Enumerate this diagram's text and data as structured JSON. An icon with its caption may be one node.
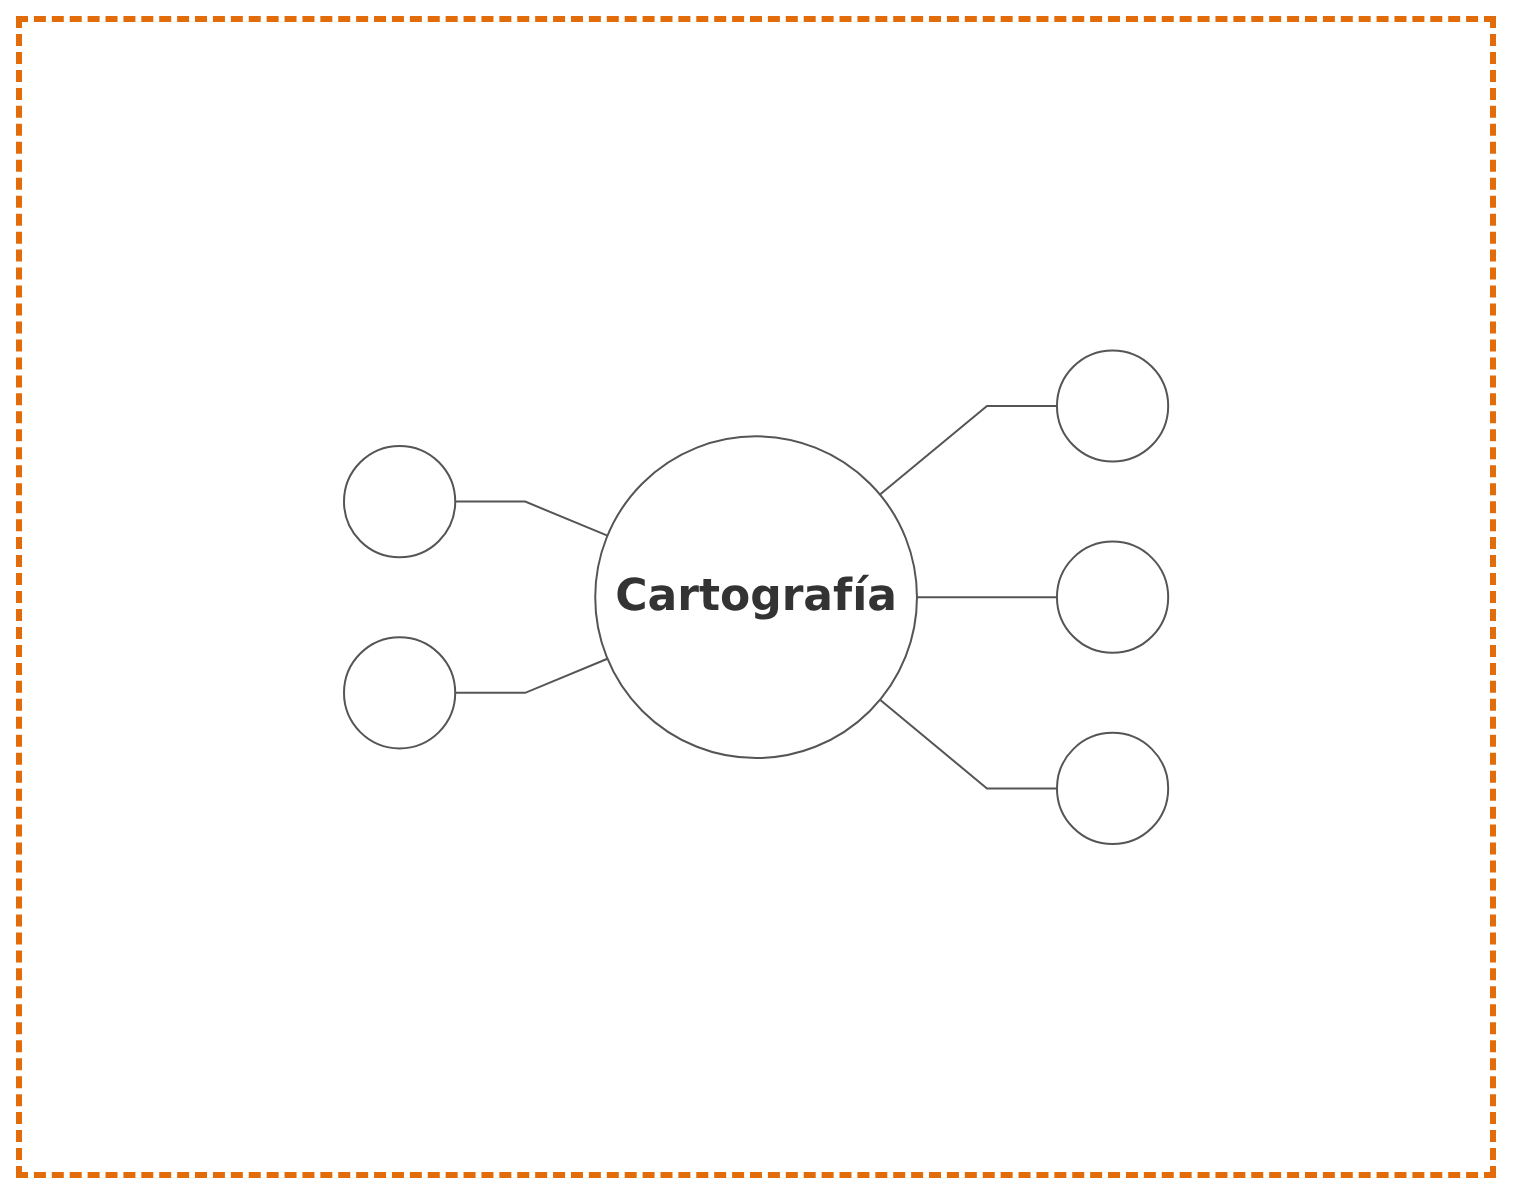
{
  "diagram": {
    "nodes": [
      {
        "text": [],
        "shape": "circle"
      },
      {
        "text": [],
        "shape": "circle"
      },
      {
        "text": [
          "Cartografía"
        ]
      },
      {
        "text": [],
        "shape": "circle"
      },
      {
        "text": [],
        "shape": "circle"
      },
      {
        "text": [],
        "shape": "circle"
      }
    ],
    "edges": [
      {
        "from": 0,
        "to": 2,
        "arrow": "none"
      },
      {
        "from": 2,
        "to": 1,
        "arrow": "none"
      },
      {
        "from": 2,
        "to": 3,
        "arrow": "none"
      },
      {
        "from": 4,
        "to": 2,
        "arrow": "none"
      },
      {
        "from": 2,
        "to": 5,
        "arrow": "none"
      }
    ]
  }
}
